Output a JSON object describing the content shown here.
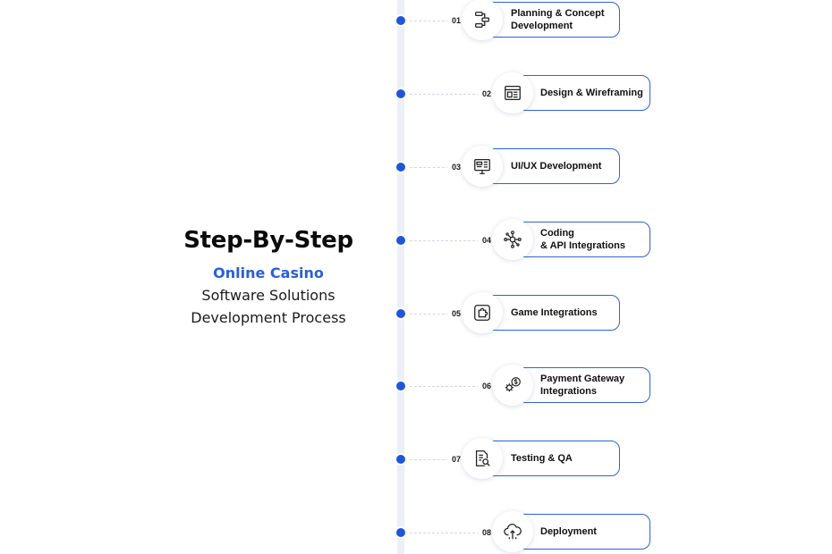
{
  "headline": {
    "title": "Step-By-Step",
    "highlight": "Online Casino",
    "line1": "Software Solutions",
    "line2": "Development Process"
  },
  "colors": {
    "accent": "#2a5fd6",
    "dot": "#1f56d9",
    "card_border": "#2f63d8",
    "timeline": "#eceff8"
  },
  "steps": [
    {
      "number": "01",
      "label": "Planning & Concept\nDevelopment",
      "icon": "planning-flow-icon"
    },
    {
      "number": "02",
      "label": "Design & Wireframing",
      "icon": "wireframe-layout-icon"
    },
    {
      "number": "03",
      "label": "UI/UX Development",
      "icon": "monitor-ui-icon"
    },
    {
      "number": "04",
      "label": "Coding\n& API Integrations",
      "icon": "api-network-icon"
    },
    {
      "number": "05",
      "label": "Game Integrations",
      "icon": "puzzle-piece-icon"
    },
    {
      "number": "06",
      "label": "Payment Gateway\nIntegrations",
      "icon": "gear-dollar-icon"
    },
    {
      "number": "07",
      "label": "Testing & QA",
      "icon": "document-magnifier-icon"
    },
    {
      "number": "08",
      "label": "Deployment",
      "icon": "cloud-upload-icon"
    }
  ]
}
